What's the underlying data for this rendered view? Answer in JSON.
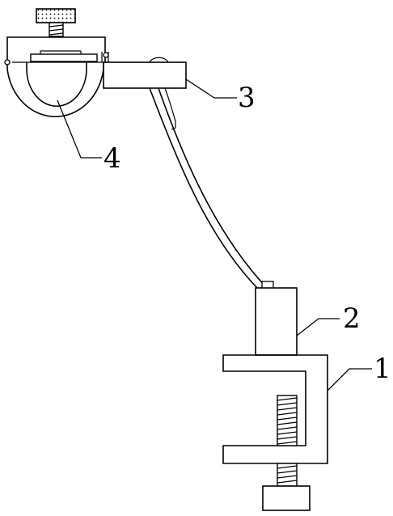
{
  "diagram": {
    "labels": {
      "clamp_base": "1",
      "upright_post": "2",
      "arm_head": "3",
      "holder_ring": "4"
    }
  }
}
